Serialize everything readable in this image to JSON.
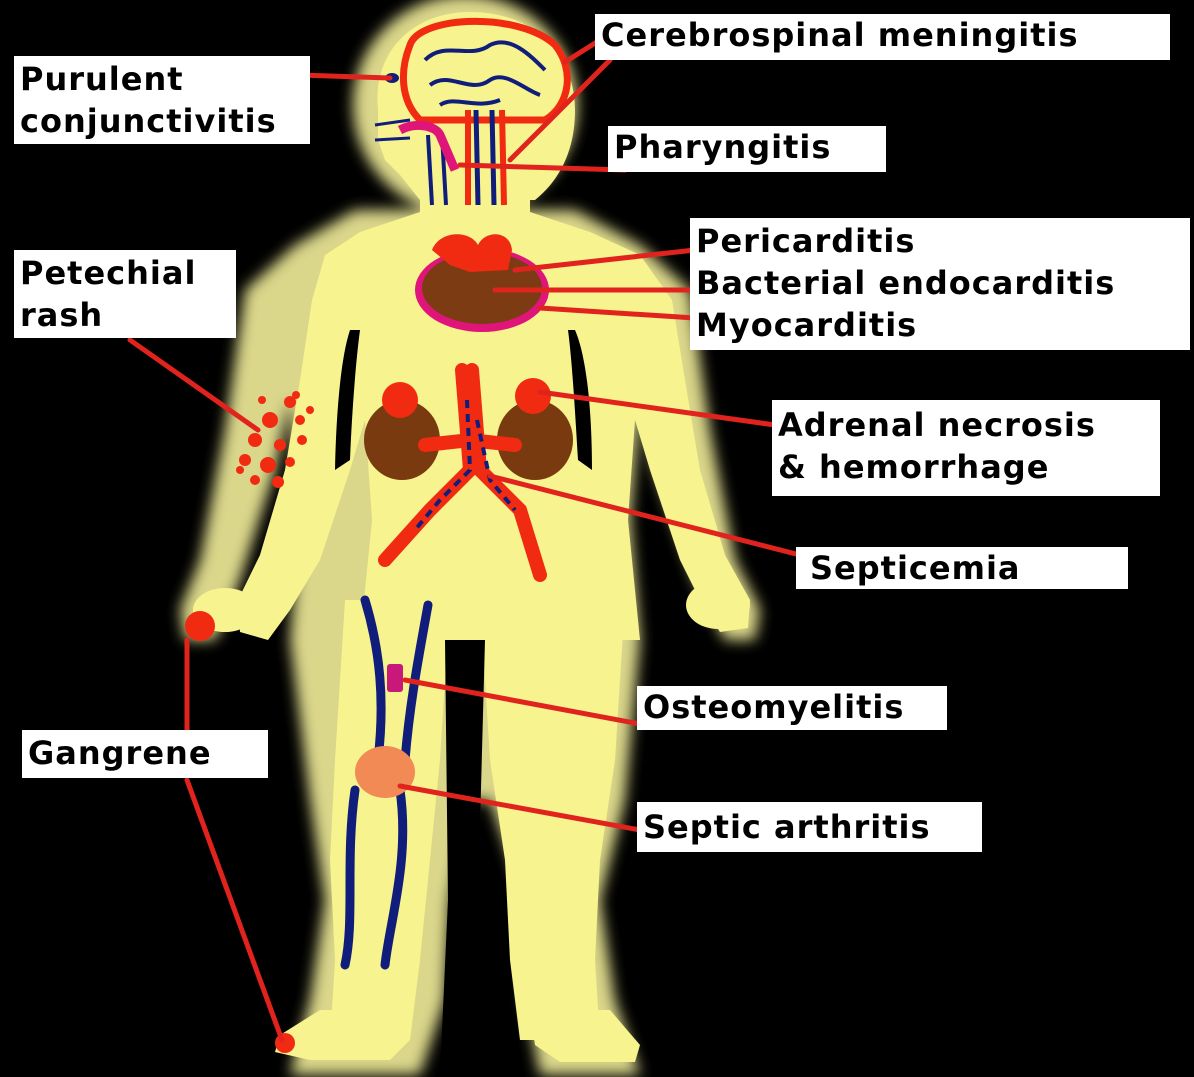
{
  "colors": {
    "background": "#000000",
    "body": "#f7f38f",
    "body_glow": "#f2ee9a",
    "organ_red": "#f12b12",
    "vessel_blue": "#101d7a",
    "kidney_brown": "#7a3a10",
    "heart_brown": "#7c3b12",
    "pericardium_pink": "#e0157a",
    "bone_pink": "#c8187a",
    "knee_orange": "#f28a56",
    "label_bg": "#ffffff",
    "label_text": "#000000",
    "leader_line": "#e1231e"
  },
  "labels": {
    "cerebrospinal_meningitis": "Cerebrospinal meningitis",
    "purulent_conjunctivitis": [
      "Purulent",
      "conjunctivitis"
    ],
    "pharyngitis": "Pharyngitis",
    "petechial_rash": [
      "Petechial",
      "rash"
    ],
    "cardiac": [
      "Pericarditis",
      "Bacterial endocarditis",
      "Myocarditis"
    ],
    "adrenal": [
      "Adrenal necrosis",
      "& hemorrhage"
    ],
    "septicemia": "Septicemia",
    "osteomyelitis": "Osteomyelitis",
    "gangrene": "Gangrene",
    "septic_arthritis": "Septic arthritis"
  }
}
